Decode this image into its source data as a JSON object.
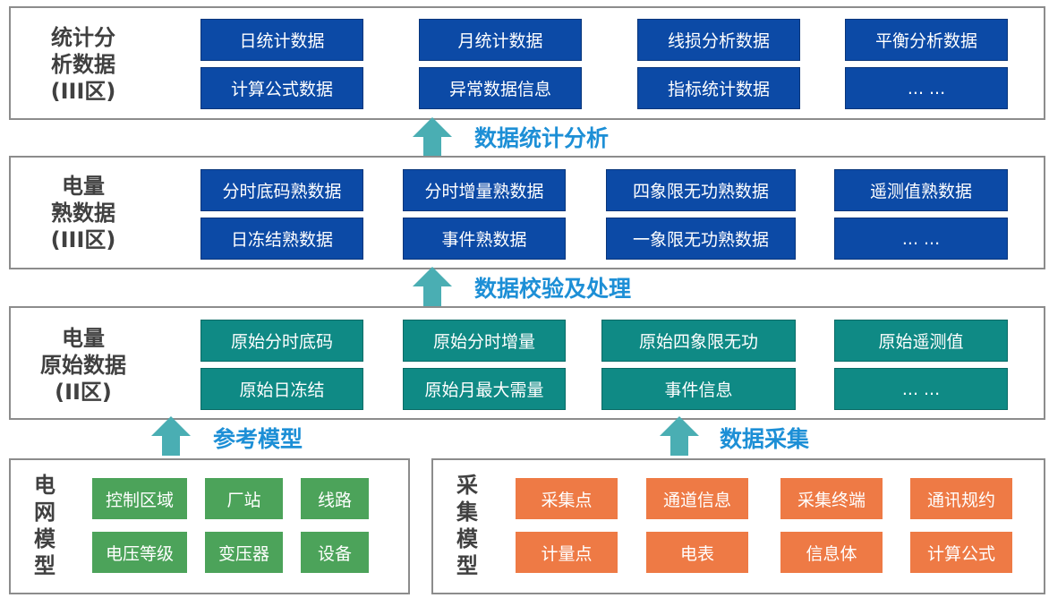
{
  "colors": {
    "blue_box": "#0c4aa6",
    "teal_box": "#0f8a85",
    "green_box": "#4ca35a",
    "orange_box": "#ee7a45",
    "arrow": "#4aaeb3",
    "flow_label": "#1d8fd6",
    "border": "#8c8c8c"
  },
  "stats_layer": {
    "title_line1": "统计分",
    "title_line2": "析数据",
    "title_line3": "(III区)",
    "items": [
      "日统计数据",
      "月统计数据",
      "线损分析数据",
      "平衡分析数据",
      "计算公式数据",
      "异常数据信息",
      "指标统计数据",
      "... ..."
    ]
  },
  "flow_stats": {
    "label": "数据统计分析",
    "icon": "up-arrow-icon"
  },
  "cooked_layer": {
    "title_line1": "电量",
    "title_line2": "熟数据",
    "title_line3": "(III区)",
    "items": [
      "分时底码熟数据",
      "分时增量熟数据",
      "四象限无功熟数据",
      "遥测值熟数据",
      "日冻结熟数据",
      "事件熟数据",
      "一象限无功熟数据",
      "... ..."
    ]
  },
  "flow_validate": {
    "label": "数据校验及处理",
    "icon": "up-arrow-icon"
  },
  "raw_layer": {
    "title_line1": "电量",
    "title_line2": "原始数据",
    "title_line3": "(II区)",
    "items": [
      "原始分时底码",
      "原始分时增量",
      "原始四象限无功",
      "原始遥测值",
      "原始日冻结",
      "原始月最大需量",
      "事件信息",
      "... ..."
    ]
  },
  "flow_reference": {
    "label": "参考模型",
    "icon": "up-arrow-icon"
  },
  "flow_collect": {
    "label": "数据采集",
    "icon": "up-arrow-icon"
  },
  "grid_model": {
    "title": "电网模型",
    "items": [
      "控制区域",
      "厂站",
      "线路",
      "电压等级",
      "变压器",
      "设备"
    ]
  },
  "collect_model": {
    "title": "采集模型",
    "items": [
      "采集点",
      "通道信息",
      "采集终端",
      "通讯规约",
      "计量点",
      "电表",
      "信息体",
      "计算公式"
    ]
  }
}
